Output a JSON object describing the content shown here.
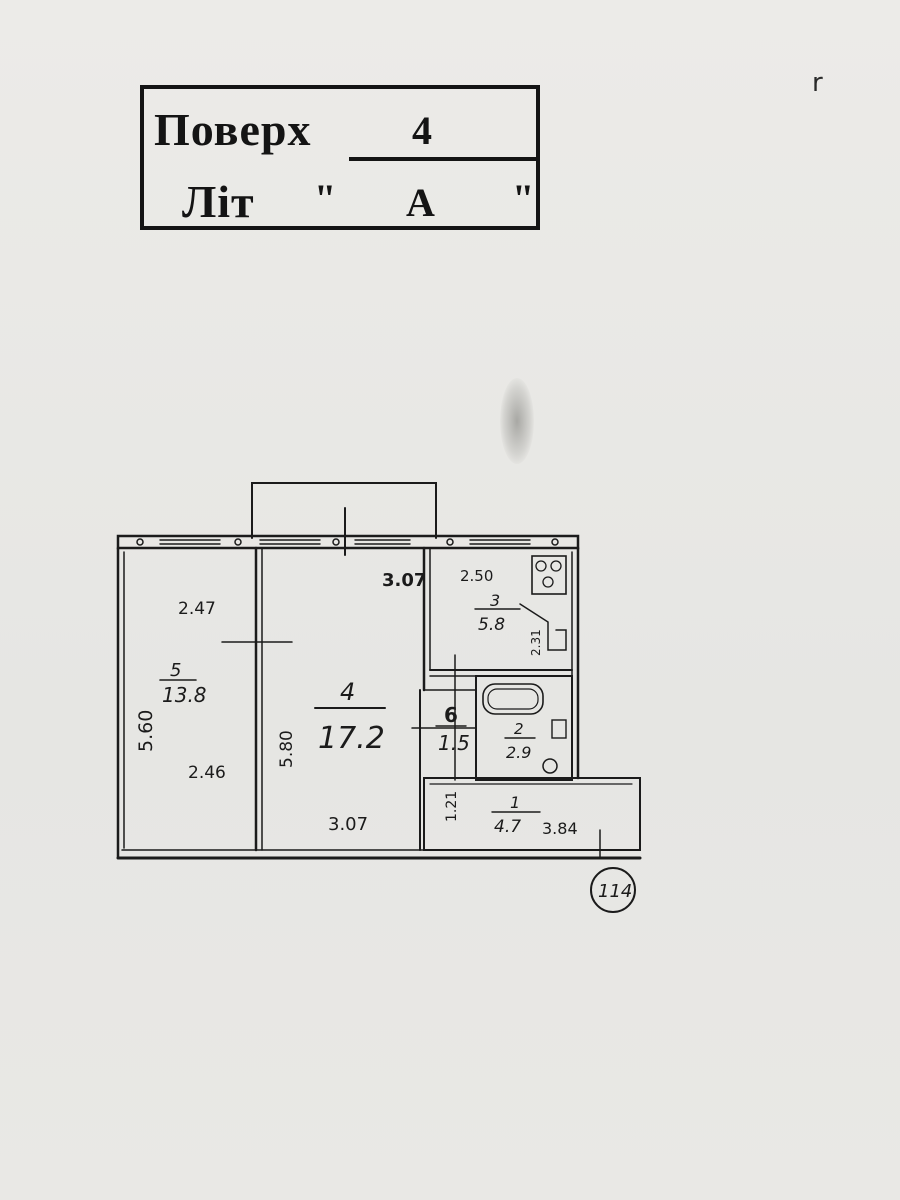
{
  "stamp": {
    "floor_label": "Поверх",
    "floor_value": "4",
    "letter_label": "Літ",
    "letter_open_quote": "\"",
    "letter_value": "А",
    "letter_close_quote": "\""
  },
  "plan": {
    "rooms": [
      {
        "number": "5",
        "area": "13.8"
      },
      {
        "number": "4",
        "area": "17.2"
      },
      {
        "number": "3",
        "area": "5.8"
      },
      {
        "number": "6",
        "area": "1.5"
      },
      {
        "number": "2",
        "area": "2.9"
      },
      {
        "number": "1",
        "area": "4.7"
      }
    ],
    "dimensions": {
      "room5_top": "2.47",
      "room5_bottom": "2.46",
      "room5_side": "5.60",
      "room4_side": "5.80",
      "room4_top": "3.07",
      "room4_bottom": "3.07",
      "kitchen_top": "2.50",
      "kitchen_side": "2.31",
      "hall_side": "1.21",
      "hall_length": "3.84"
    },
    "sheet_number": "114",
    "corner_mark": "r"
  },
  "colors": {
    "ink": "#141414",
    "paper": "#e7e7e4"
  }
}
